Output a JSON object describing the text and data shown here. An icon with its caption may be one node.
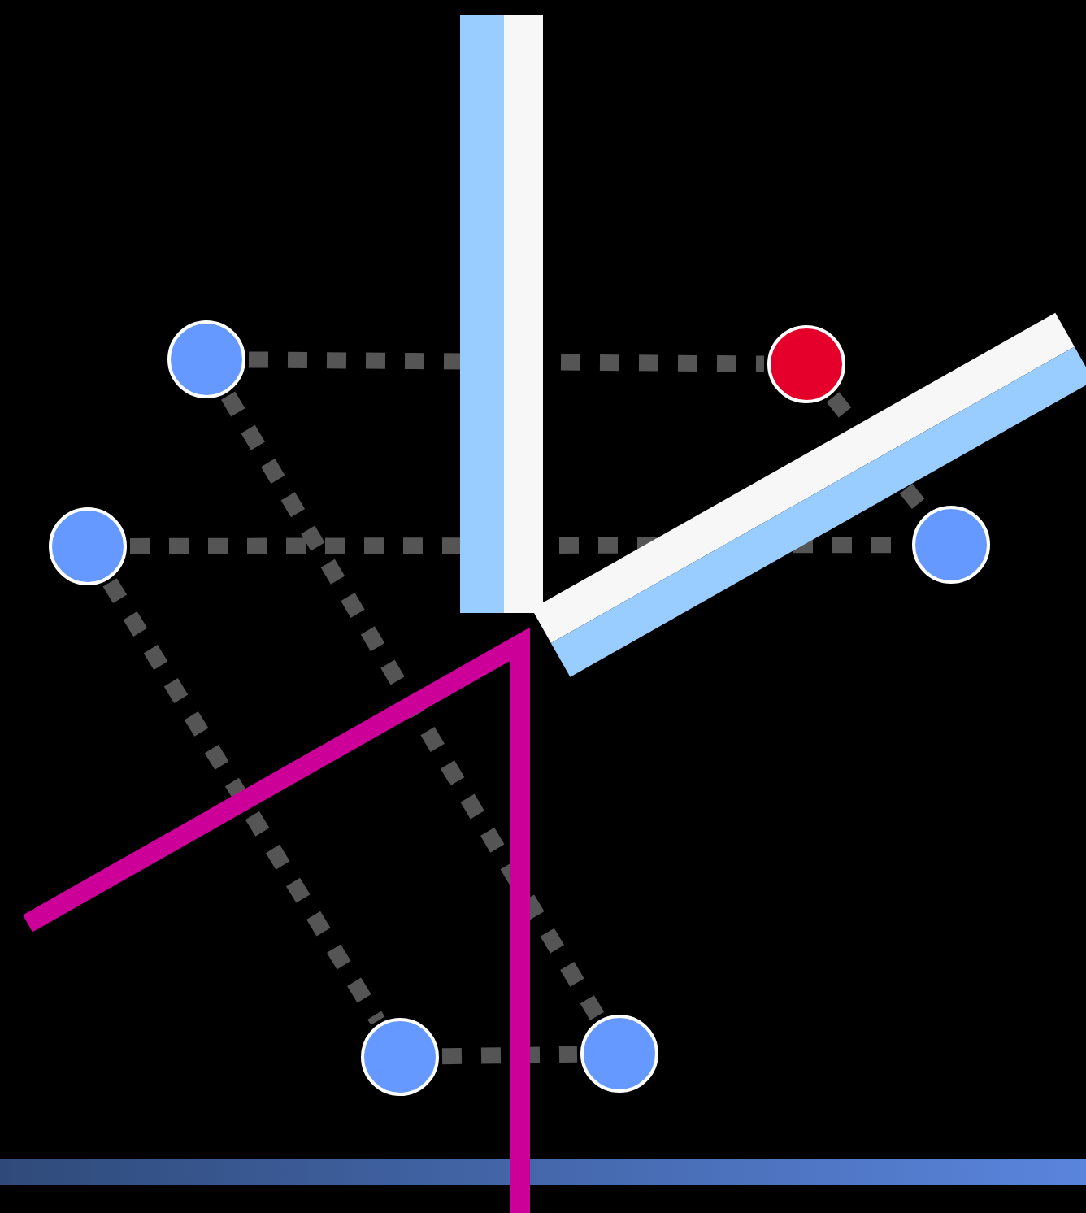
{
  "diagram": {
    "nodes": [
      {
        "text": [],
        "shape": "circle"
      },
      {
        "text": [],
        "shape": "circle"
      },
      {
        "text": [],
        "shape": "circle"
      },
      {
        "text": [],
        "shape": "circle"
      },
      {
        "text": [],
        "shape": "circle"
      },
      {
        "text": [],
        "shape": "circle"
      }
    ],
    "edges": [
      {
        "from": 1,
        "to": 4,
        "arrow": "none",
        "style": "dashed"
      },
      {
        "from": 4,
        "to": 5,
        "arrow": "none",
        "style": "dashed"
      },
      {
        "from": 0,
        "to": 5,
        "arrow": "none",
        "style": "dashed"
      },
      {
        "from": 1,
        "to": 3,
        "arrow": "none",
        "style": "dashed"
      },
      {
        "from": 0,
        "to": 2,
        "arrow": "none",
        "style": "dashed"
      },
      {
        "from": 2,
        "to": 3,
        "arrow": "none",
        "style": "dashed"
      }
    ]
  }
}
